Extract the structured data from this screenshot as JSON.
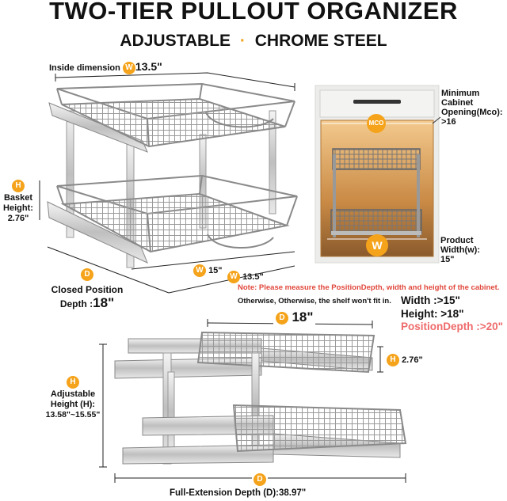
{
  "header": {
    "title": "TWO-TIER PULLOUT ORGANIZER",
    "subtitle_left": "ADJUSTABLE",
    "subtitle_sep": "·",
    "subtitle_right": "CHROME STEEL"
  },
  "top_left": {
    "inside_dimension_label": "Inside dimension",
    "inside_dimension_badge": "W",
    "inside_dimension_value": "13.5\"",
    "basket_badge": "H",
    "basket_height_label": "Basket Height:",
    "basket_height_value": "2.76\"",
    "depth_badge": "D",
    "closed_position_label": "Closed Position",
    "depth_label": "Depth :",
    "depth_value": "18\"",
    "w15_badge": "W",
    "w15_value": "15\"",
    "w135_badge": "W",
    "w135_value": "13.5\""
  },
  "cabinet": {
    "min_opening_label": "Minimum Cabinet Opening(Mco):",
    "min_opening_value": ">16",
    "mco_badge": "MCO",
    "w_badge": "W",
    "product_width_label": "Product Width(w):",
    "product_width_value": "15\""
  },
  "notes": {
    "line1": "Note: Please measure the PositionDepth, width and height of the cabinet.",
    "line2": "Otherwise, Otherwise, the shelf won't fit in."
  },
  "requirements": {
    "width_label": "Width",
    "width_value": ":>15\"",
    "height_label": "Height:",
    "height_value": ">18\"",
    "depth_label": "PositionDepth",
    "depth_value": ":>20\""
  },
  "bottom": {
    "d_badge": "D",
    "d_value": "18\"",
    "h_badge": "H",
    "h_value": "2.76\"",
    "adj_badge": "H",
    "adjustable_label": "Adjustable",
    "height_label": "Height (H):",
    "height_range": "13.58\"~15.55\"",
    "full_badge": "D",
    "full_extension": "Full-Extension Depth (D):38.97\""
  }
}
